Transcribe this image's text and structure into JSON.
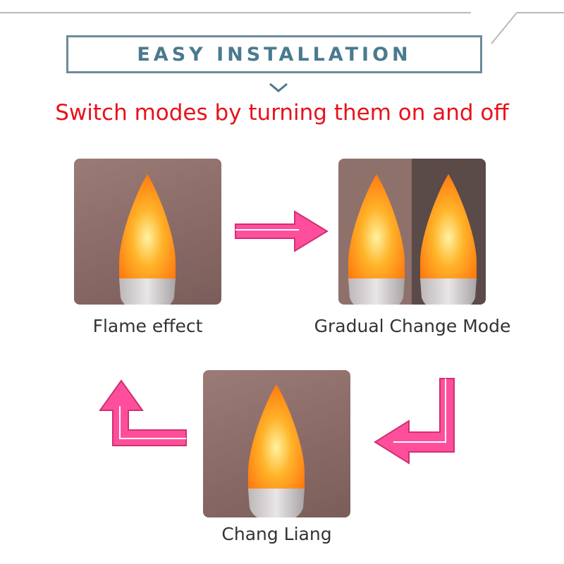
{
  "header": {
    "title": "EASY INSTALLATION",
    "subtitle": "Switch modes by turning them on and off"
  },
  "modes": [
    {
      "label": "Flame effect"
    },
    {
      "label": "Gradual Change Mode"
    },
    {
      "label": "Chang Liang"
    }
  ],
  "colors": {
    "title_teal": "#4a7a8e",
    "subtitle_red": "#e8111b",
    "arrow_pink": "#ff4f9c",
    "flame_orange": "#ff9a1a"
  }
}
